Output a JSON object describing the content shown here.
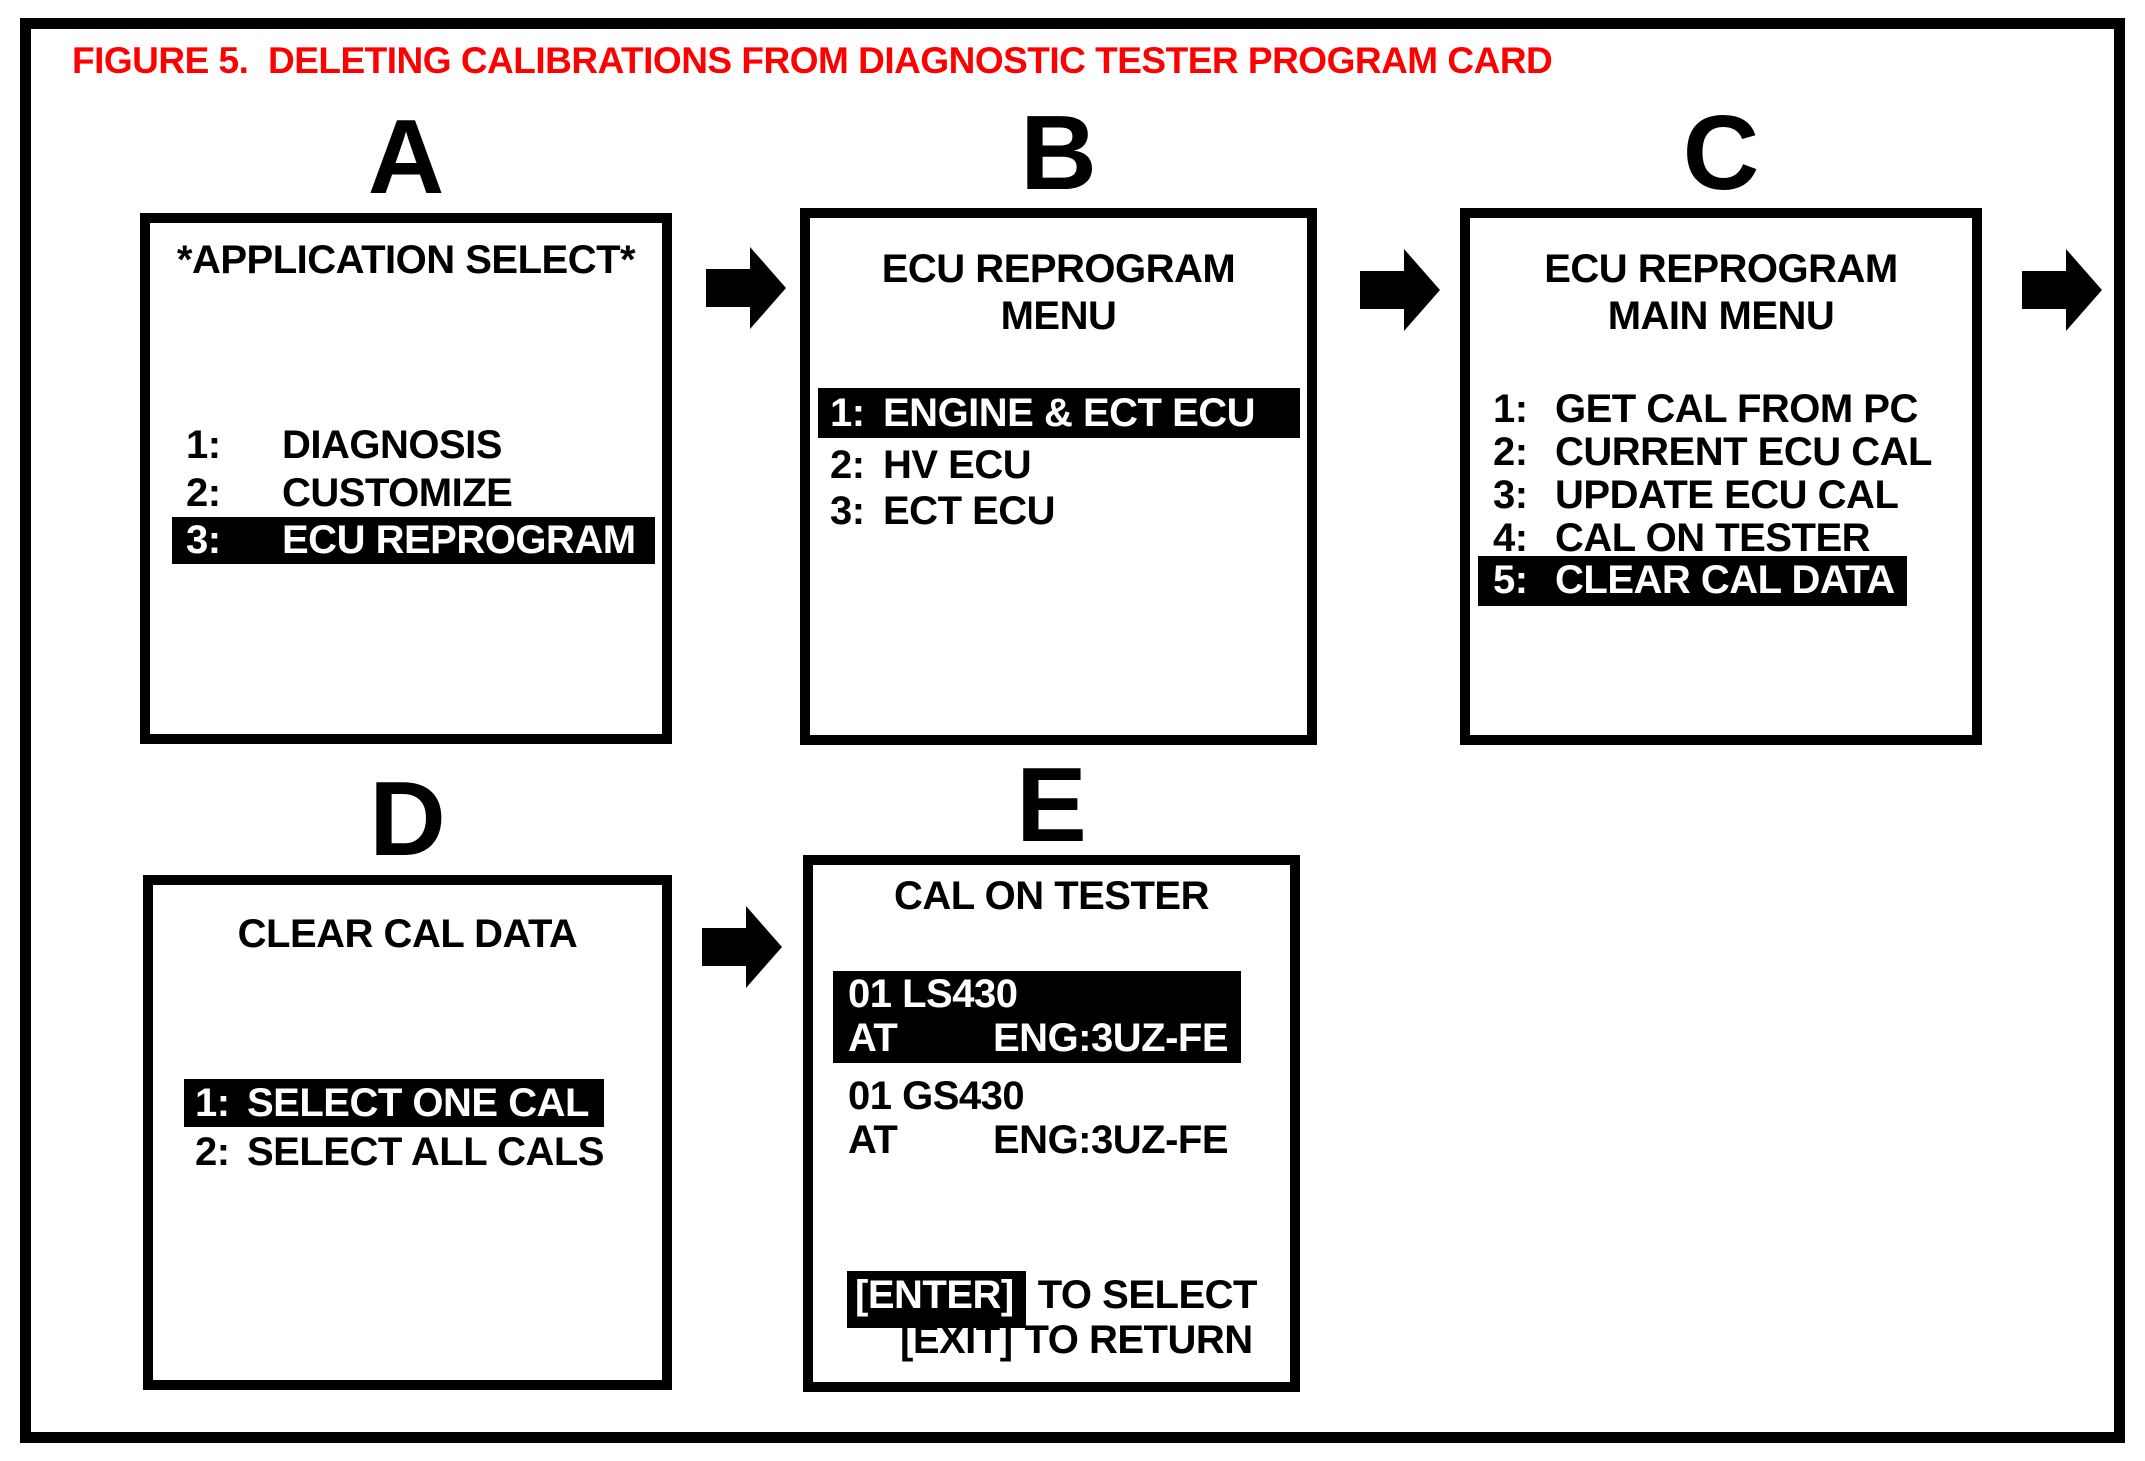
{
  "figure_title": {
    "text": "FIGURE 5.  DELETING CALIBRATIONS FROM DIAGNOSTIC TESTER PROGRAM CARD",
    "color": "#fe0000"
  },
  "colors": {
    "highlight_bg": "#000000",
    "highlight_fg": "#ffffff",
    "border": "#000000",
    "background": "#ffffff"
  },
  "icons": {
    "flow_arrow": "right-block-arrow"
  },
  "panels": {
    "a": {
      "label": "A",
      "title": "*APPLICATION SELECT*",
      "items": [
        {
          "num": "1:",
          "label": "DIAGNOSIS",
          "highlighted": false
        },
        {
          "num": "2:",
          "label": "CUSTOMIZE",
          "highlighted": false
        },
        {
          "num": "3:",
          "label": "ECU REPROGRAM",
          "highlighted": true
        }
      ]
    },
    "b": {
      "label": "B",
      "title_line1": "ECU REPROGRAM",
      "title_line2": "MENU",
      "items": [
        {
          "num": "1:",
          "label": "ENGINE & ECT ECU",
          "highlighted": true
        },
        {
          "num": "2:",
          "label": "HV ECU",
          "highlighted": false
        },
        {
          "num": "3:",
          "label": "ECT ECU",
          "highlighted": false
        }
      ]
    },
    "c": {
      "label": "C",
      "title_line1": "ECU REPROGRAM",
      "title_line2": "MAIN MENU",
      "items": [
        {
          "num": "1:",
          "label": "GET CAL FROM PC",
          "highlighted": false
        },
        {
          "num": "2:",
          "label": "CURRENT ECU CAL",
          "highlighted": false
        },
        {
          "num": "3:",
          "label": "UPDATE ECU CAL",
          "highlighted": false
        },
        {
          "num": "4:",
          "label": "CAL ON TESTER",
          "highlighted": false
        },
        {
          "num": "5:",
          "label": "CLEAR CAL DATA",
          "highlighted": true
        }
      ]
    },
    "d": {
      "label": "D",
      "title": "CLEAR CAL DATA",
      "items": [
        {
          "num": "1:",
          "label": "SELECT ONE CAL",
          "highlighted": true
        },
        {
          "num": "2:",
          "label": "SELECT ALL CALS",
          "highlighted": false
        }
      ]
    },
    "e": {
      "label": "E",
      "title": "CAL ON TESTER",
      "cals": [
        {
          "line1": "01 LS430",
          "trans": "AT",
          "engine": "ENG:3UZ-FE",
          "highlighted": true
        },
        {
          "line1": "01 GS430",
          "trans": "AT",
          "engine": "ENG:3UZ-FE",
          "highlighted": false
        }
      ],
      "footer": {
        "enter_key": "[ENTER]",
        "enter_action": "TO SELECT",
        "exit_key": "[EXIT]",
        "exit_action": "TO RETURN"
      }
    }
  }
}
